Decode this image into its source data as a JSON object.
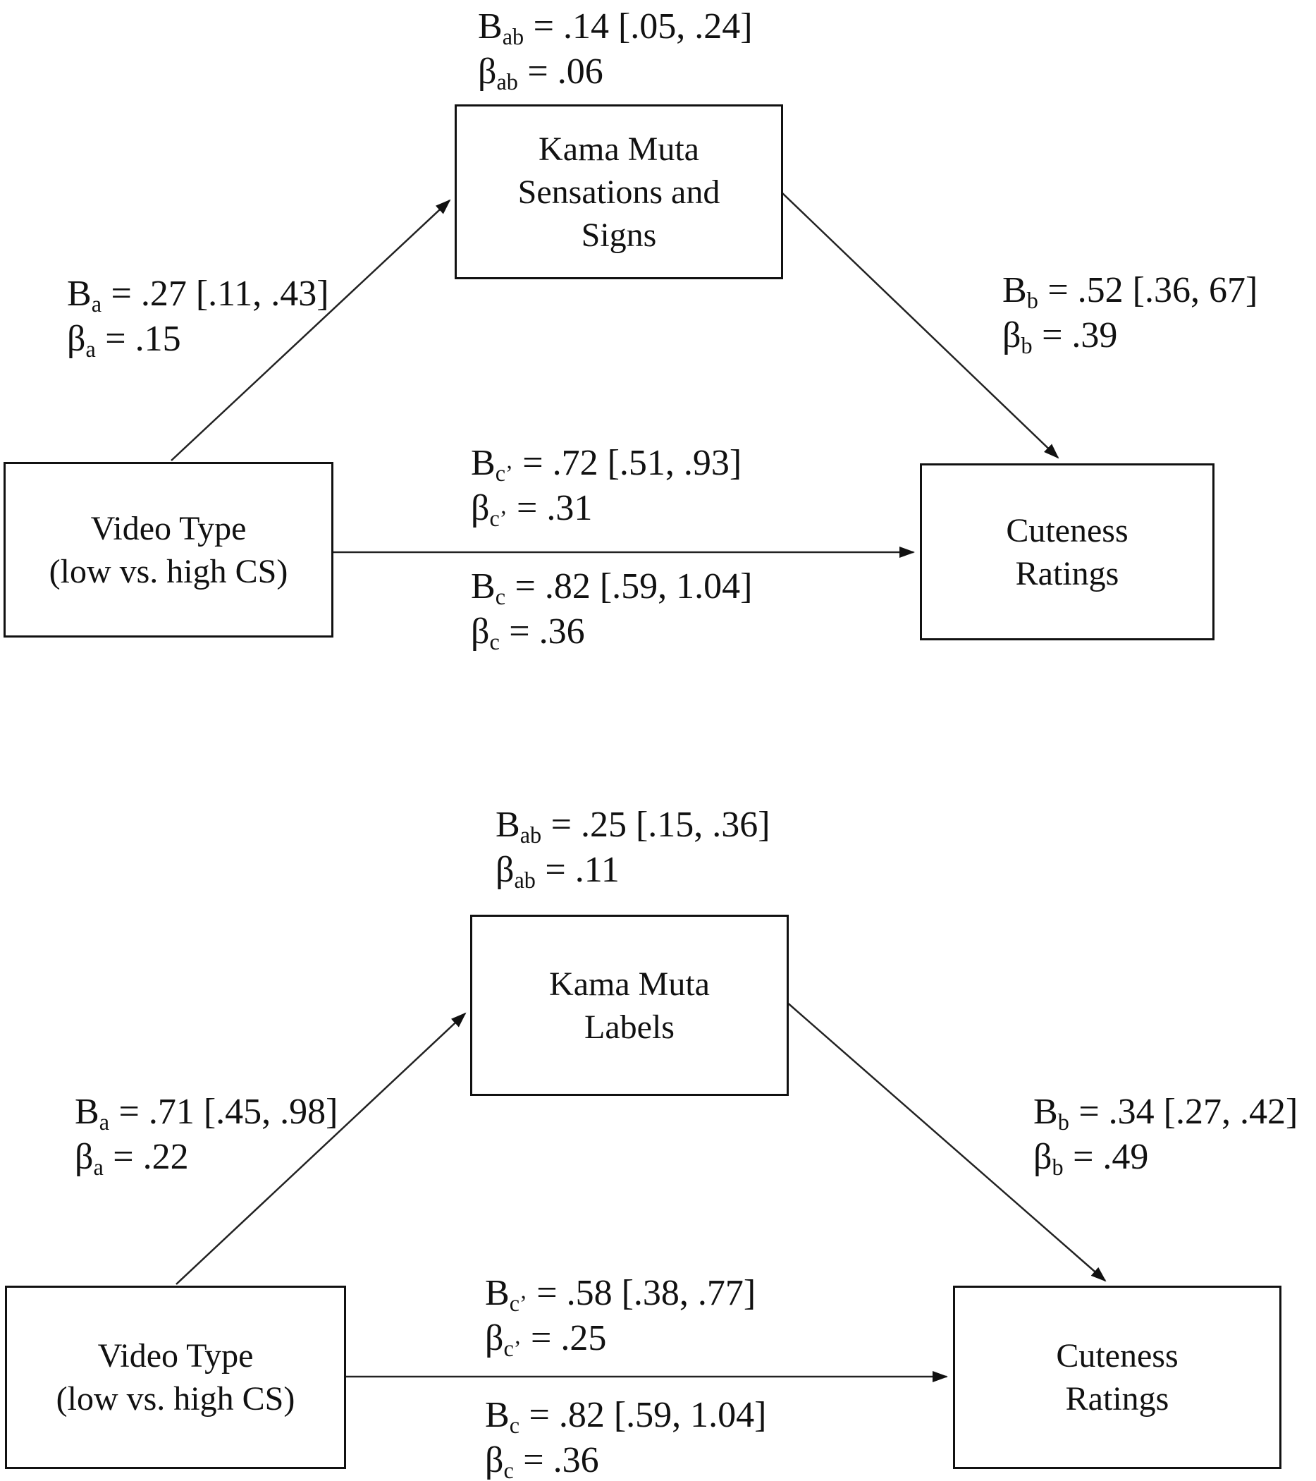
{
  "figure": {
    "panel1": {
      "mediator": {
        "line1": "Kama Muta",
        "line2": "Sensations and",
        "line3": "Signs"
      },
      "predictor": {
        "line1": "Video Type",
        "line2": "(low vs. high CS)"
      },
      "outcome": {
        "line1": "Cuteness",
        "line2": "Ratings"
      },
      "stats": {
        "ab": {
          "b_sym": "B",
          "b_sub": "ab",
          "b_val": "= .14 [.05, .24]",
          "beta_sym": "β",
          "beta_sub": "ab",
          "beta_val": "= .06"
        },
        "a": {
          "b_sym": "B",
          "b_sub": "a",
          "b_val": "= .27 [.11, .43]",
          "beta_sym": "β",
          "beta_sub": "a",
          "beta_val": "= .15"
        },
        "b": {
          "b_sym": "B",
          "b_sub": "b",
          "b_val": "= .52 [.36, 67]",
          "beta_sym": "β",
          "beta_sub": "b",
          "beta_val": "= .39"
        },
        "cprime": {
          "b_sym": "B",
          "b_sub": "c’",
          "b_val": "= .72 [.51, .93]",
          "beta_sym": "β",
          "beta_sub": "c’",
          "beta_val": "= .31"
        },
        "c": {
          "b_sym": "B",
          "b_sub": "c",
          "b_val": "= .82 [.59, 1.04]",
          "beta_sym": "β",
          "beta_sub": "c",
          "beta_val": "= .36"
        }
      }
    },
    "panel2": {
      "mediator": {
        "line1": "Kama Muta",
        "line2": "Labels"
      },
      "predictor": {
        "line1": "Video Type",
        "line2": "(low vs. high CS)"
      },
      "outcome": {
        "line1": "Cuteness",
        "line2": "Ratings"
      },
      "stats": {
        "ab": {
          "b_sym": "B",
          "b_sub": "ab",
          "b_val": "= .25 [.15, .36]",
          "beta_sym": "β",
          "beta_sub": "ab",
          "beta_val": "= .11"
        },
        "a": {
          "b_sym": "B",
          "b_sub": "a",
          "b_val": "= .71 [.45, .98]",
          "beta_sym": "β",
          "beta_sub": "a",
          "beta_val": "= .22"
        },
        "b": {
          "b_sym": "B",
          "b_sub": "b",
          "b_val": "= .34 [.27, .42]",
          "beta_sym": "β",
          "beta_sub": "b",
          "beta_val": "= .49"
        },
        "cprime": {
          "b_sym": "B",
          "b_sub": "c’",
          "b_val": "= .58 [.38, .77]",
          "beta_sym": "β",
          "beta_sub": "c’",
          "beta_val": "= .25"
        },
        "c": {
          "b_sym": "B",
          "b_sub": "c",
          "b_val": "= .82 [.59, 1.04]",
          "beta_sym": "β",
          "beta_sub": "c",
          "beta_val": "= .36"
        }
      }
    }
  }
}
